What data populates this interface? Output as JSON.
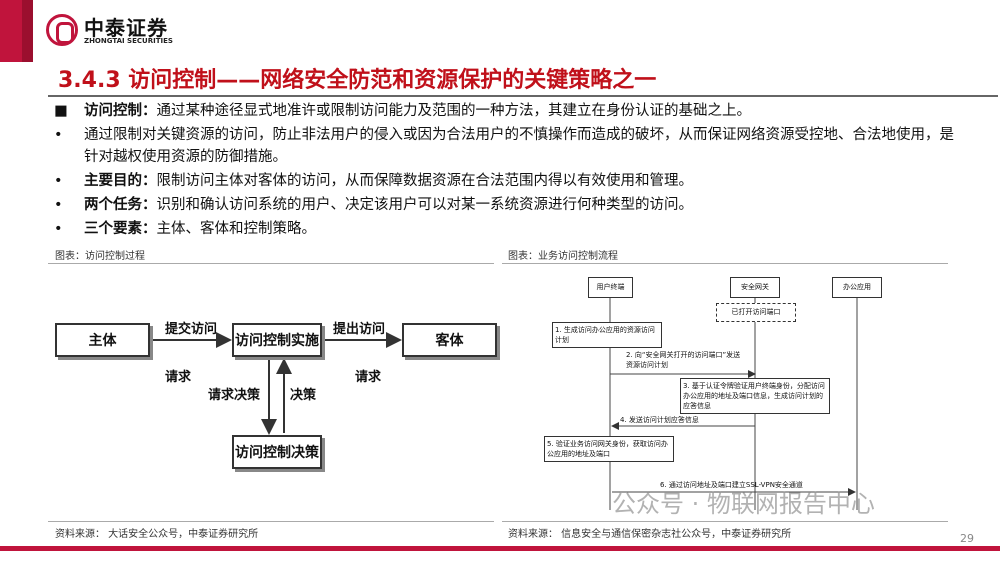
{
  "brand": {
    "name": "中泰证券",
    "name_en": "ZHONGTAI SECURITIES",
    "color": "#c0143c"
  },
  "title": "3.4.3  访问控制——网络安全防范和资源保护的关键策略之一",
  "bullets": [
    {
      "marker": "■",
      "bold": "访问控制：",
      "text": "通过某种途径显式地准许或限制访问能力及范围的一种方法，其建立在身份认证的基础之上。"
    },
    {
      "marker": "•",
      "bold": "",
      "text": "通过限制对关键资源的访问，防止非法用户的侵入或因为合法用户的不慎操作而造成的破坏，从而保证网络资源受控地、合法地使用，是针对越权使用资源的防御措施。"
    },
    {
      "marker": "•",
      "bold": "主要目的：",
      "text": "限制访问主体对客体的访问，从而保障数据资源在合法范围内得以有效使用和管理。"
    },
    {
      "marker": "•",
      "bold": "两个任务：",
      "text": "识别和确认访问系统的用户、决定该用户可以对某一系统资源进行何种类型的访问。"
    },
    {
      "marker": "•",
      "bold": "三个要素：",
      "text": "主体、客体和控制策略。"
    }
  ],
  "left": {
    "caption": "图表：访问控制过程",
    "source": "资料来源：  大话安全公众号，中泰证券研究所",
    "boxes": {
      "subject": "主体",
      "enforce": "访问控制实施",
      "object": "客体",
      "decision": "访问控制决策"
    },
    "labels": {
      "submit": "提交访问",
      "request1": "请求",
      "issue": "提出访问",
      "request2": "请求",
      "req_decision": "请求决策",
      "decision": "决策"
    }
  },
  "right": {
    "caption": "图表：业务访问控制流程",
    "source": "资料来源：  信息安全与通信保密杂志社公众号，中泰证券研究所",
    "lanes": [
      "用户终端",
      "安全网关",
      "办公应用"
    ],
    "port": "已打开访问端口",
    "steps": [
      "1. 生成访问办公应用的资源访问计划",
      "2. 向“安全网关打开的访问端口”发送资源访问计划",
      "3. 基于认证令牌验证用户终端身份，分配访问办公应用的地址及端口信息，生成访问计划的应答信息",
      "4. 发送访问计划应答信息",
      "5. 验证业务访问网关身份，获取访问办公应用的地址及端口",
      "6. 通过访问地址及端口建立SSL-VPN安全通道"
    ]
  },
  "watermark": "公众号 · 物联网报告中心",
  "page": "29"
}
